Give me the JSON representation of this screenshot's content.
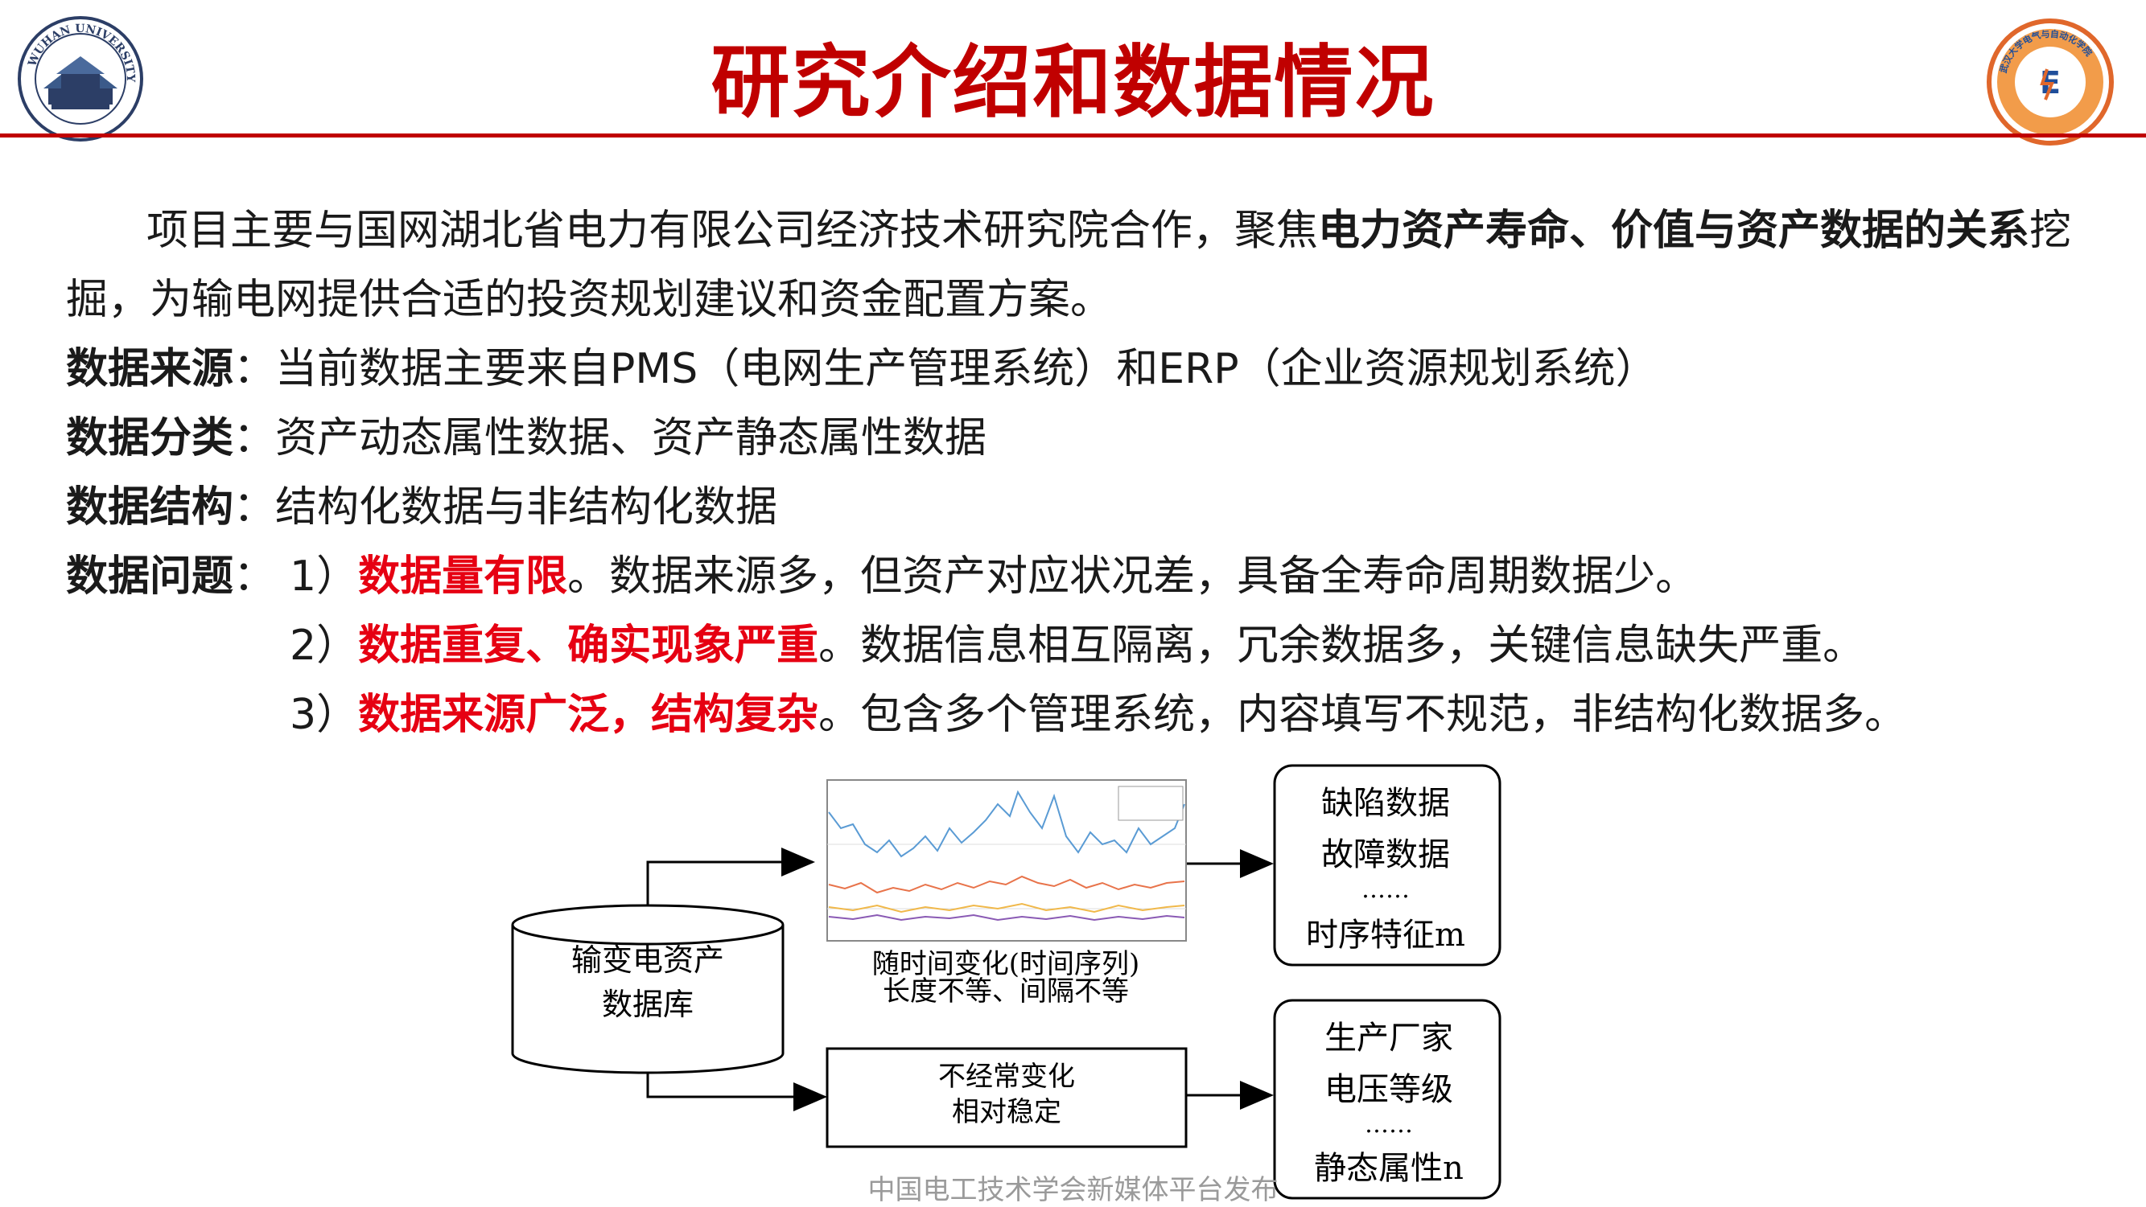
{
  "header": {
    "title": "研究介绍和数据情况",
    "left_logo_text": "WUHAN UNIVERSITY",
    "right_logo_text": "武汉大学电气与自动化学院"
  },
  "intro": {
    "part1": "项目主要与国网湖北省电力有限公司经济技术研究院合作，聚焦",
    "bold": "电力资产寿命、价值与资产数据的关系",
    "part2": "挖掘，为输电网提供合适的投资规划建议和资金配置方案。"
  },
  "rows": {
    "source": {
      "label": "数据来源",
      "text": "当前数据主要来自PMS（电网生产管理系统）和ERP（企业资源规划系统）"
    },
    "category": {
      "label": "数据分类",
      "text": "资产动态属性数据、资产静态属性数据"
    },
    "structure": {
      "label": "数据结构",
      "text": "结构化数据与非结构化数据"
    },
    "issues": {
      "label": "数据问题"
    }
  },
  "issues": [
    {
      "num": "1）",
      "red": "数据量有限",
      "text": "。数据来源多，但资产对应状况差，具备全寿命周期数据少。"
    },
    {
      "num": "2）",
      "red": "数据重复、确实现象严重",
      "text": "。数据信息相互隔离，冗余数据多，关键信息缺失严重。"
    },
    {
      "num": "3）",
      "red": "数据来源广泛，结构复杂",
      "text": "。包含多个管理系统，内容填写不规范，非结构化数据多。"
    }
  ],
  "diagram": {
    "database": [
      "输变电资产",
      "数据库"
    ],
    "timeseries_caption": [
      "随时间变化(时间序列)",
      "长度不等、间隔不等"
    ],
    "static_box": [
      "不经常变化",
      "相对稳定"
    ],
    "dynamic_list": [
      "缺陷数据",
      "故障数据",
      "……",
      "时序特征m"
    ],
    "static_list": [
      "生产厂家",
      "电压等级",
      "……",
      "静态属性n"
    ]
  },
  "footer": {
    "watermark": "中国电工技术学会新媒体平台发布"
  },
  "colors": {
    "accent": "#c00000",
    "emphasis": "#e60012"
  }
}
